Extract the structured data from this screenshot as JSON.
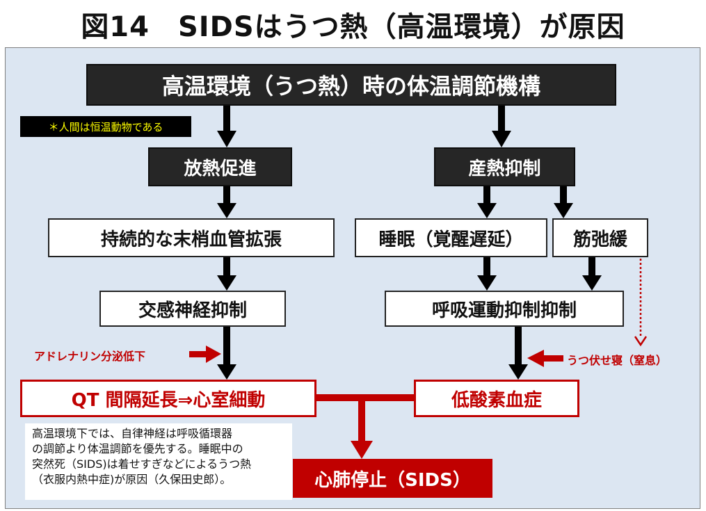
{
  "title": "図14　SIDSはうつ熱（高温環境）が原因",
  "header_box": "高温環境（うつ熱）時の体温調節機構",
  "note": "＊人間は恒温動物である",
  "left": {
    "b1": "放熱促進",
    "b2": "持続的な末梢血管拡張",
    "b3": "交感神経抑制",
    "side_label": "アドレナリン分泌低下",
    "b4": "QT 間隔延長⇒心室細動"
  },
  "right": {
    "b1": "産熱抑制",
    "b2a": "睡眠（覚醒遅延）",
    "b2b": "筋弛緩",
    "b3": "呼吸運動抑制抑制",
    "side_label": "うつ伏せ寝（窒息）",
    "b4": "低酸素血症"
  },
  "final_box": "心肺停止（SIDS）",
  "description": [
    "高温環境下では、自律神経は呼吸循環器",
    "の調節より体温調節を優先する。睡眠中の",
    "突然死（SIDS)は着せすぎなどによるうつ熱",
    "（衣服内熱中症)が原因（久保田史郎）。"
  ]
}
